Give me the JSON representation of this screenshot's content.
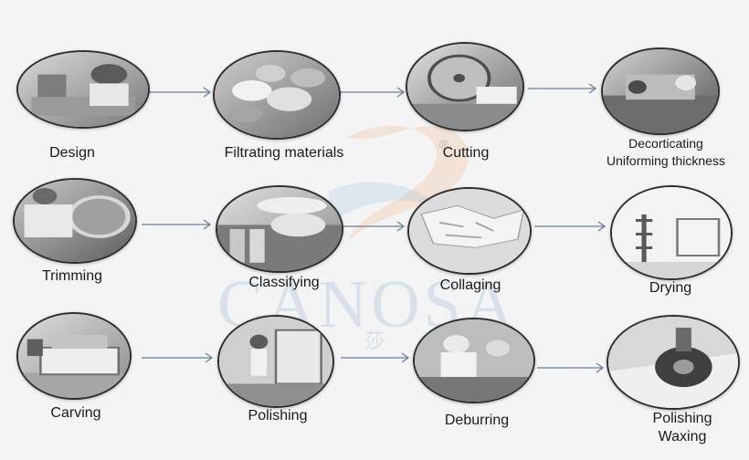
{
  "watermark": {
    "brand": "CANOSA",
    "sub": "诺 莎",
    "mark": "®"
  },
  "steps": [
    {
      "id": "design",
      "label": [
        "Design"
      ],
      "icon": "design-photo-icon"
    },
    {
      "id": "filtrating",
      "label": [
        "Filtrating materials"
      ],
      "icon": "shells-photo-icon"
    },
    {
      "id": "cutting",
      "label": [
        "Cutting"
      ],
      "icon": "cutting-saw-photo-icon"
    },
    {
      "id": "decorticating",
      "label": [
        "Decorticating",
        "Uniforming thickness"
      ],
      "icon": "decorticating-photo-icon"
    },
    {
      "id": "trimming",
      "label": [
        "Trimming"
      ],
      "icon": "trimming-photo-icon"
    },
    {
      "id": "classifying",
      "label": [
        "Classifying"
      ],
      "icon": "classifying-photo-icon"
    },
    {
      "id": "collaging",
      "label": [
        "Collaging"
      ],
      "icon": "collaging-photo-icon"
    },
    {
      "id": "drying",
      "label": [
        "Drying"
      ],
      "icon": "drying-rack-photo-icon"
    },
    {
      "id": "carving",
      "label": [
        "Carving"
      ],
      "icon": "cnc-machine-photo-icon"
    },
    {
      "id": "polishing",
      "label": [
        "Polishing"
      ],
      "icon": "polishing-machine-photo-icon"
    },
    {
      "id": "deburring",
      "label": [
        "Deburring"
      ],
      "icon": "deburring-photo-icon"
    },
    {
      "id": "polishing-waxing",
      "label": [
        "Polishing",
        "Waxing"
      ],
      "icon": "polishing-pad-photo-icon"
    }
  ],
  "colors": {
    "arrow": "#6a7f99",
    "border": "#2d2d2d",
    "text": "#1a1a1a"
  }
}
